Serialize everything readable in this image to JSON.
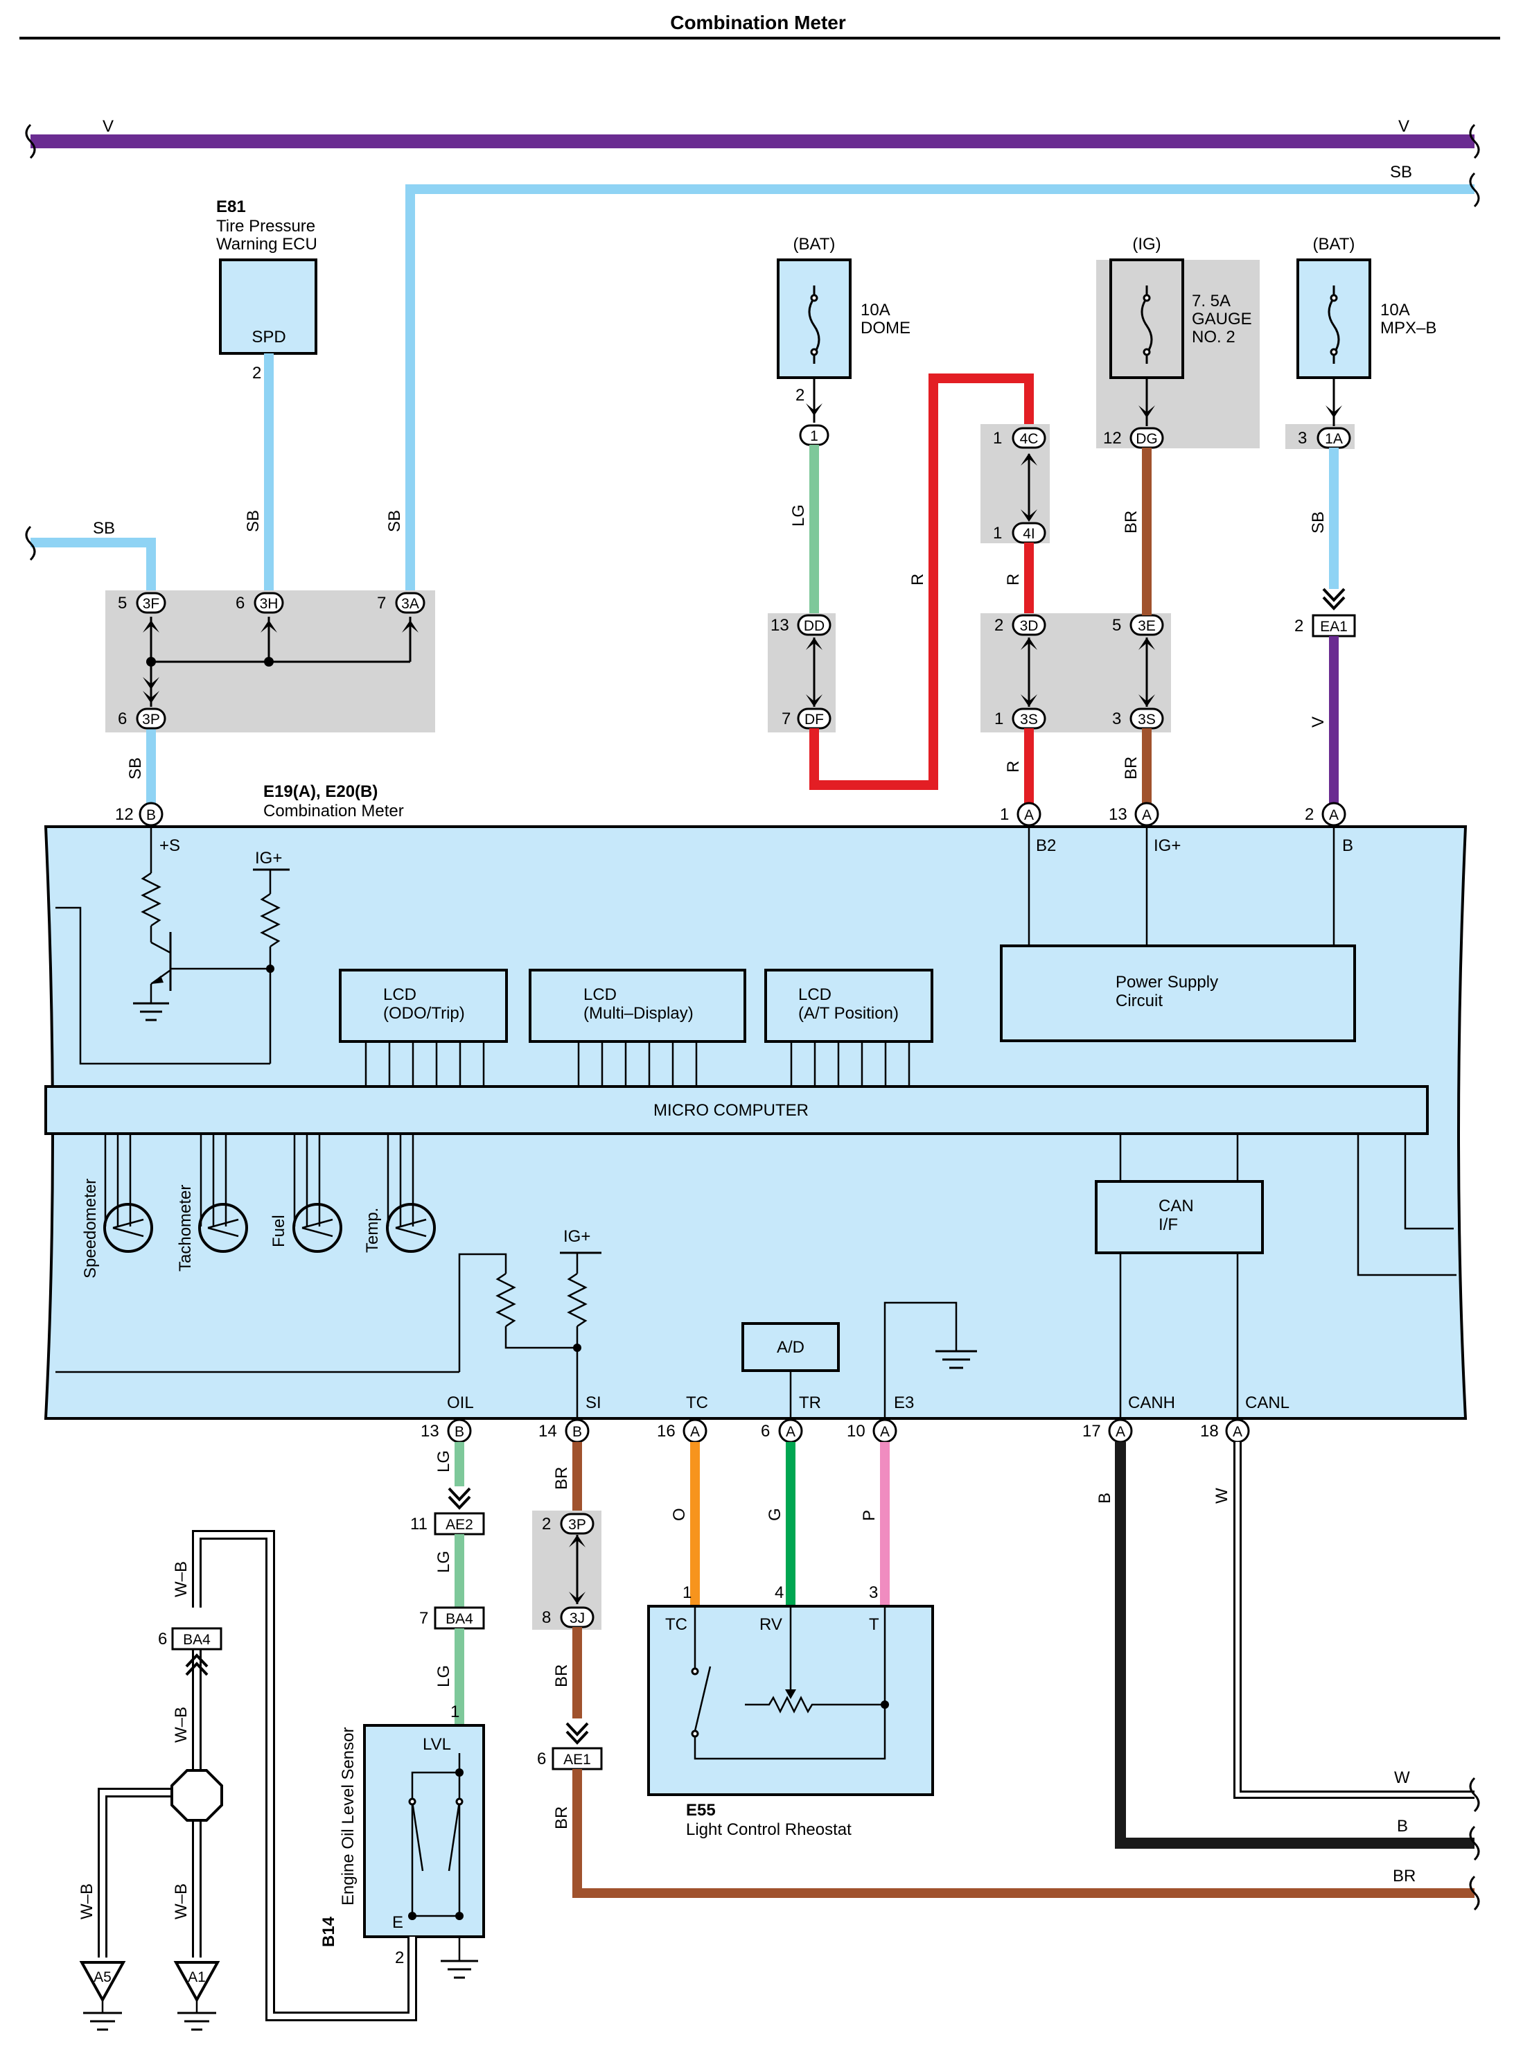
{
  "title": "Combination Meter",
  "colors": {
    "V": "#6a2c91",
    "SB": "#8fd3f4",
    "R": "#e31e24",
    "LG": "#7ec89a",
    "BR": "#a0522d",
    "O": "#f7941d",
    "G": "#00a651",
    "P": "#f08cc0",
    "B": "#1a1a1a",
    "W": "#ffffff",
    "WB": "#ffffff",
    "fill": "#c7e8fa",
    "junction": "#d4d4d4"
  },
  "wires": {
    "v_top_left": "V",
    "v_top_right": "V",
    "sb_top_right": "SB",
    "sb_left": "SB",
    "sb_e81": "SB",
    "sb_3a": "SB",
    "sb_3p": "SB",
    "lg_dome": "LG",
    "r_loop": "R",
    "r_4c4i": "R",
    "r_3s": "R",
    "br_gauge": "BR",
    "br_3s": "BR",
    "sb_mpx": "SB",
    "v_ea1": "V",
    "lg_oil": "LG",
    "lg_ae2": "LG",
    "lg_ba4": "LG",
    "br_si": "BR",
    "br_3j": "BR",
    "br_ae1": "BR",
    "o_tc": "O",
    "g_tr": "G",
    "p_e3": "P",
    "b_canh": "B",
    "w_canl": "W",
    "wb_top": "W–B",
    "wb_mid": "W–B",
    "wb_a5": "W–B",
    "wb_a1": "W–B",
    "w_right": "W",
    "b_right": "B",
    "br_right": "BR"
  },
  "e81": {
    "code": "E81",
    "name_line1": "Tire Pressure",
    "name_line2": "Warning ECU",
    "terminal": "SPD",
    "pin": "2"
  },
  "fuses": {
    "dome": {
      "source": "(BAT)",
      "rating": "10A",
      "name": "DOME",
      "pin": "2",
      "conn": "1"
    },
    "gauge": {
      "source": "(IG)",
      "rating": "7. 5A",
      "name_line1": "GAUGE",
      "name_line2": "NO. 2",
      "pin": "12",
      "conn": "DG"
    },
    "mpx": {
      "source": "(BAT)",
      "rating": "10A",
      "name": "MPX–B",
      "pin": "3",
      "conn": "1A"
    }
  },
  "connectors": {
    "c3F": {
      "pin": "5",
      "id": "3F"
    },
    "c3H": {
      "pin": "6",
      "id": "3H"
    },
    "c3A": {
      "pin": "7",
      "id": "3A"
    },
    "c3P_top": {
      "pin": "6",
      "id": "3P"
    },
    "c4C": {
      "pin": "1",
      "id": "4C"
    },
    "c4I": {
      "pin": "1",
      "id": "4I"
    },
    "cDD": {
      "pin": "13",
      "id": "DD"
    },
    "cDF": {
      "pin": "7",
      "id": "DF"
    },
    "c3D": {
      "pin": "2",
      "id": "3D"
    },
    "c3S_r": {
      "pin": "1",
      "id": "3S"
    },
    "c3E": {
      "pin": "5",
      "id": "3E"
    },
    "c3S_br": {
      "pin": "3",
      "id": "3S"
    },
    "cEA1": {
      "pin": "2",
      "id": "EA1"
    },
    "cAE2": {
      "pin": "11",
      "id": "AE2"
    },
    "cBA4_oil": {
      "pin": "7",
      "id": "BA4"
    },
    "c3P_bot": {
      "pin": "2",
      "id": "3P"
    },
    "c3J": {
      "pin": "8",
      "id": "3J"
    },
    "cAE1": {
      "pin": "6",
      "id": "AE1"
    },
    "cBA4_left": {
      "pin": "6",
      "id": "BA4"
    }
  },
  "meter": {
    "code": "E19(A), E20(B)",
    "name": "Combination Meter",
    "top_pins": [
      {
        "pin": "12",
        "conn": "B",
        "label": "+S"
      },
      {
        "pin": "1",
        "conn": "A",
        "label": "B2"
      },
      {
        "pin": "13",
        "conn": "A",
        "label": "IG+"
      },
      {
        "pin": "2",
        "conn": "A",
        "label": "B"
      }
    ],
    "ig_plus_top": "IG+",
    "ig_plus_mid": "IG+",
    "lcd_odo_line1": "LCD",
    "lcd_odo_line2": "(ODO/Trip)",
    "lcd_multi_line1": "LCD",
    "lcd_multi_line2": "(Multi–Display)",
    "lcd_at_line1": "LCD",
    "lcd_at_line2": "(A/T Position)",
    "power_line1": "Power Supply",
    "power_line2": "Circuit",
    "micro": "MICRO COMPUTER",
    "gauges": [
      "Speedometer",
      "Tachometer",
      "Fuel",
      "Temp."
    ],
    "can_line1": "CAN",
    "can_line2": "I/F",
    "ad": "A/D",
    "bottom_pins": [
      {
        "pin": "13",
        "conn": "B",
        "label": "OIL"
      },
      {
        "pin": "14",
        "conn": "B",
        "label": "SI"
      },
      {
        "pin": "16",
        "conn": "A",
        "label": "TC"
      },
      {
        "pin": "6",
        "conn": "A",
        "label": "TR"
      },
      {
        "pin": "10",
        "conn": "A",
        "label": "E3"
      },
      {
        "pin": "17",
        "conn": "A",
        "label": "CANH"
      },
      {
        "pin": "18",
        "conn": "A",
        "label": "CANL"
      }
    ]
  },
  "e55": {
    "code": "E55",
    "name": "Light Control Rheostat",
    "terms": [
      "TC",
      "RV",
      "T"
    ],
    "pins": [
      "1",
      "4",
      "3"
    ]
  },
  "b14": {
    "code": "B14",
    "name": "Engine Oil Level Sensor",
    "term_top": "LVL",
    "term_bot": "E",
    "pin_top": "1",
    "pin_bot": "2"
  },
  "grounds": {
    "a5": "A5",
    "a1": "A1"
  }
}
